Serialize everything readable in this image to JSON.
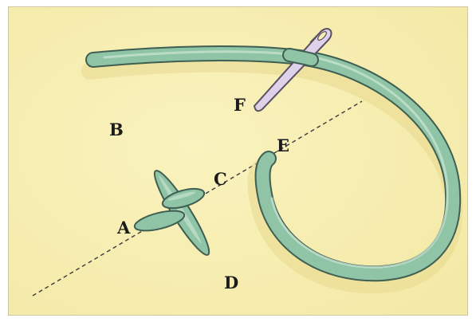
{
  "colors": {
    "paper": "#f8f0b4",
    "paper_shade": "#f1e39a",
    "thread": "#8fc4a6",
    "thread_dark": "#3f5f52",
    "thread_highlight": "#c5e2d0",
    "needle": "#ddd2ea",
    "needle_outline": "#5a5060",
    "guide_line": "#3a3a3a",
    "label": "#1b1b1b"
  },
  "diagram": {
    "points": {
      "a": "A",
      "b": "B",
      "c": "C",
      "d": "D",
      "e": "E",
      "f": "F"
    }
  }
}
